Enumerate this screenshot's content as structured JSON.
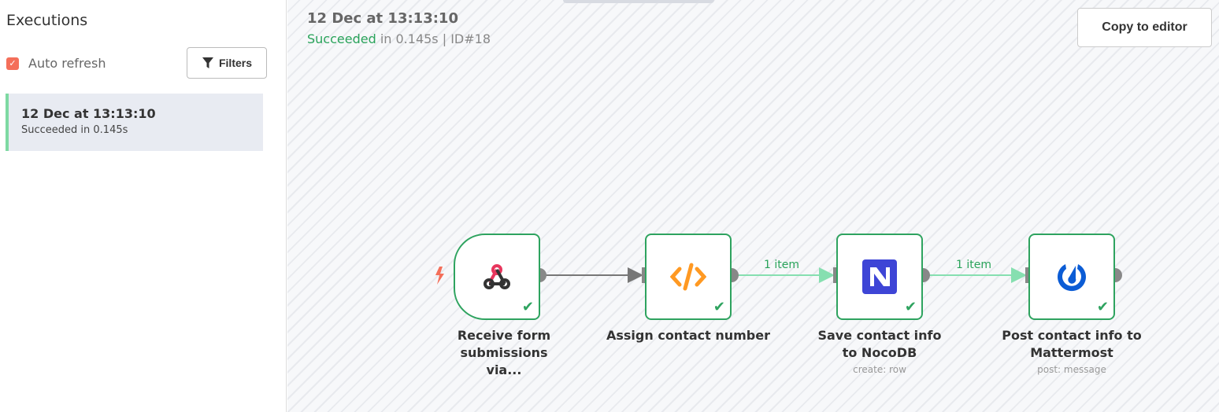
{
  "sidebar": {
    "title": "Executions",
    "auto_refresh_label": "Auto refresh",
    "auto_refresh_checked": true,
    "filters_label": "Filters",
    "executions": [
      {
        "time": "12 Dec at 13:13:10",
        "status": "Succeeded in 0.145s"
      }
    ]
  },
  "header": {
    "title": "12 Dec at 13:13:10",
    "status": "Succeeded",
    "duration": " in 0.145s | ID#18",
    "copy_label": "Copy to editor"
  },
  "nodes": [
    {
      "name": "Receive form submissions via...",
      "subtitle": "",
      "icon": "webhook-icon"
    },
    {
      "name": "Assign contact number",
      "subtitle": "",
      "icon": "code-icon"
    },
    {
      "name": "Save contact info to NocoDB",
      "subtitle": "create: row",
      "icon": "nocodb-icon"
    },
    {
      "name": "Post contact info to Mattermost",
      "subtitle": "post: message",
      "icon": "mattermost-icon"
    }
  ],
  "edges": [
    {
      "label": ""
    },
    {
      "label": "1 item"
    },
    {
      "label": "1 item"
    }
  ],
  "colors": {
    "success": "#29a35a",
    "checkbox": "#f46f5a",
    "edge_success": "#86dfb0"
  }
}
